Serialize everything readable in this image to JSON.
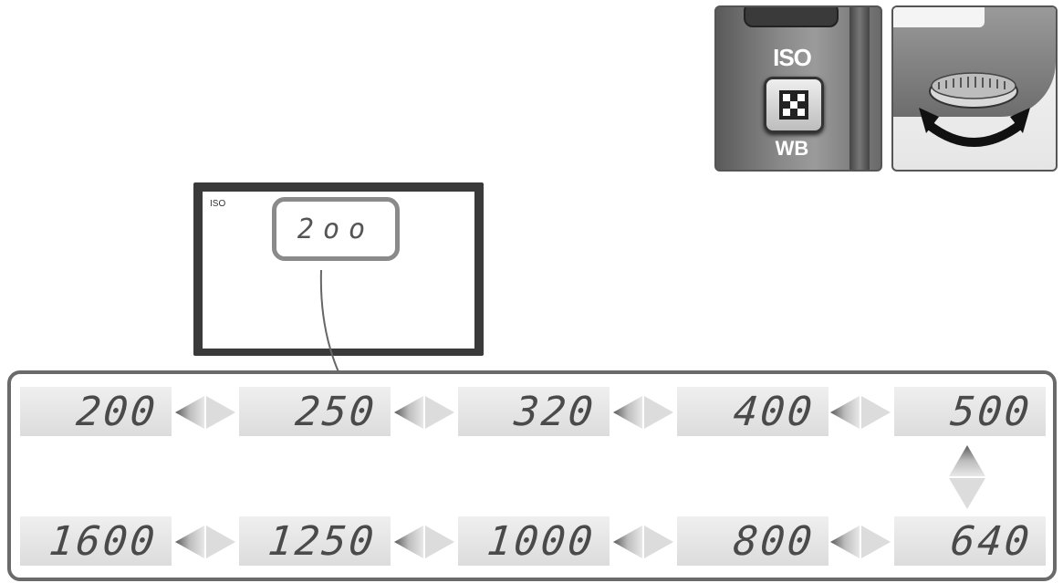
{
  "camera": {
    "iso_label": "ISO",
    "wb_label": "WB",
    "iso_button_icon": "checkerboard-icon",
    "dial_icon": "command-dial-rotate-icon"
  },
  "viewfinder": {
    "iso_tag": "ISO",
    "current_value": "2oo"
  },
  "iso_sequence": {
    "top_row": [
      "200",
      "250",
      "320",
      "400",
      "500"
    ],
    "bottom_row": [
      "1600",
      "1250",
      "1000",
      "800",
      "640"
    ],
    "arrow_icon": "double-arrow-icon"
  }
}
